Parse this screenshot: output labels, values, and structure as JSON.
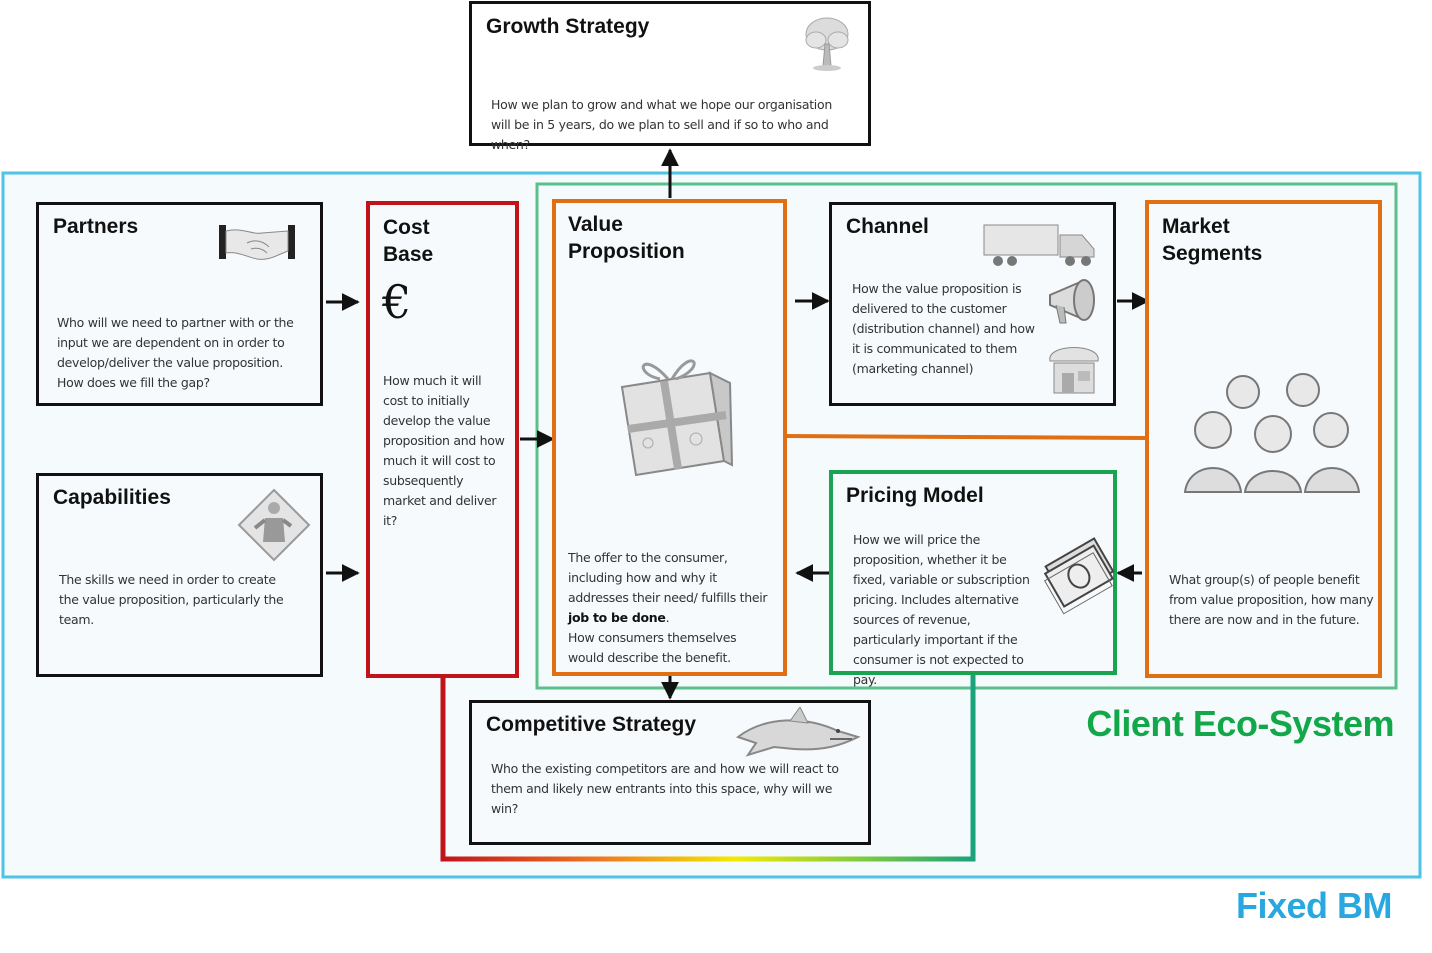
{
  "labels": {
    "client_ecosystem": "Client Eco-System",
    "fixed_bm": "Fixed BM"
  },
  "boxes": {
    "growth": {
      "title": "Growth Strategy",
      "text": "How we plan to grow and what we hope our organisation  will be in 5 years, do we plan to sell and if so to who and when?"
    },
    "partners": {
      "title": "Partners",
      "text": "Who will we need to partner  with or the input we are dependent on in  order to develop/deliver  the value proposition.  How does we fill  the gap?"
    },
    "capabilities": {
      "title": "Capabilities",
      "text": "The skills  we need in order to create the value proposition,  particularly  the team."
    },
    "cost": {
      "title_line1": "Cost",
      "title_line2": "Base",
      "symbol": "€",
      "text": "How much it  will cost to initially  develop the value proposition  and how much it  will cost to subsequently market and deliver  it?"
    },
    "value": {
      "title_line1": "Value",
      "title_line2": "Proposition",
      "text_before": "The offer  to the consumer, including how and why it addresses their  need/ fulfills  their",
      "text_bold": "job to be done",
      "text_after": ".",
      "text_line2": "How consumers themselves  would describe the benefit."
    },
    "channel": {
      "title": "Channel",
      "text": "How the value proposition  is delivered  to the customer (distribution  channel)  and how it is communicated  to them (marketing channel)"
    },
    "pricing": {
      "title": "Pricing Model",
      "text": "How we will price the proposition, whether it  be fixed,  variable or subscription  pricing.  Includes alternative  sources of revenue, particularly  important  if the consumer is not expected  to pay."
    },
    "market": {
      "title_line1": "Market",
      "title_line2": "Segments",
      "text": "What group(s) of people benefit  from value proposition,  how many there are now and in the future."
    },
    "competitive": {
      "title": "Competitive Strategy",
      "text": "Who the existing  competitors  are and how we will react to them and likely  new entrants into this space,  why will we win?"
    }
  },
  "colors": {
    "fixed_bm": "#4fc3e6",
    "ecosystem": "#5bc08a",
    "ecosystem_label": "#12a84a",
    "cost": "#c0141a",
    "value": "#e06f13",
    "pricing": "#1aa350",
    "black": "#111111"
  },
  "icons": [
    "tree-icon",
    "handshake-icon",
    "worker-icon",
    "gift-icon",
    "truck-icon",
    "megaphone-icon",
    "shop-icon",
    "people-icon",
    "money-icon",
    "shark-icon",
    "euro-icon"
  ]
}
